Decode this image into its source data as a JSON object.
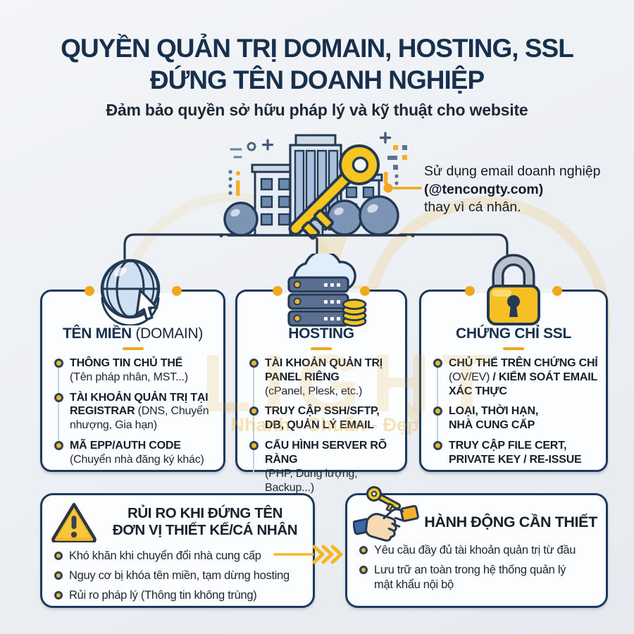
{
  "header": {
    "title_line1": "QUYỀN QUẢN TRỊ DOMAIN, HOSTING, SSL",
    "title_line2": "ĐỨNG TÊN DOANH NGHIỆP",
    "subtitle": "Đảm bảo quyền sở hữu pháp lý và kỹ thuật cho website"
  },
  "hero": {
    "illustration": "office-building-key-icon",
    "note_line1": "Sử dụng email doanh nghiệp",
    "note_line2": "(@tencongty.com)",
    "note_line3": "thay vì cá nhân."
  },
  "watermark": {
    "brand": "LIGHT",
    "tagline": "Nhanh - Chuẩn - Đẹp"
  },
  "colors": {
    "navy": "#1d3a5c",
    "accent_yellow": "#f5b723",
    "gold": "#f6c51f",
    "card_bg": "#fbfdfe"
  },
  "cards": [
    {
      "icon": "globe-cursor-icon",
      "title": "TÊN MIỀN",
      "title_note": " (DOMAIN)",
      "items": [
        {
          "segments": [
            {
              "text": "THÔNG TIN CHỦ THỂ",
              "bold": true
            },
            {
              "text": "\n(Tên pháp nhân, MST...)",
              "bold": false
            }
          ]
        },
        {
          "segments": [
            {
              "text": "TÀI KHOẢN QUẢN TRỊ TẠI REGISTRAR",
              "bold": true
            },
            {
              "text": " (DNS, Chuyển nhượng, Gia hạn)",
              "bold": false
            }
          ]
        },
        {
          "segments": [
            {
              "text": "MÃ EPP/AUTH CODE",
              "bold": true
            },
            {
              "text": "\n(Chuyển nhà đăng ký khác)",
              "bold": false
            }
          ]
        }
      ]
    },
    {
      "icon": "cloud-server-icon",
      "title": "HOSTING",
      "title_note": "",
      "items": [
        {
          "segments": [
            {
              "text": "TÀI KHOẢN QUẢN TRỊ PANEL RIÊNG",
              "bold": true
            },
            {
              "text": "\n(cPanel, Plesk, etc.)",
              "bold": false
            }
          ]
        },
        {
          "segments": [
            {
              "text": "TRUY CẬP SSH/SFTP, DB, QUẢN LÝ EMAIL",
              "bold": true
            }
          ]
        },
        {
          "segments": [
            {
              "text": "CẤU HÌNH SERVER RÕ RÀNG",
              "bold": true
            },
            {
              "text": "\n(PHP, Dung lượng, Backup...)",
              "bold": false
            }
          ]
        }
      ]
    },
    {
      "icon": "padlock-icon",
      "title": "CHỨNG CHỈ SSL",
      "title_note": "",
      "items": [
        {
          "segments": [
            {
              "text": "CHỦ THỂ TRÊN CHỨNG CHỈ ",
              "bold": true
            },
            {
              "text": "(OV/EV)",
              "bold": false
            },
            {
              "text": " / KIỂM SOÁT EMAIL XÁC THỰC",
              "bold": true
            }
          ]
        },
        {
          "segments": [
            {
              "text": "LOẠI, THỜI HẠN,\nNHÀ CUNG CẤP",
              "bold": true
            }
          ]
        },
        {
          "segments": [
            {
              "text": "TRUY CẬP FILE CERT,\nPRIVATE KEY / RE-ISSUE",
              "bold": true
            }
          ]
        }
      ]
    }
  ],
  "risk_box": {
    "icon": "warning-triangle-icon",
    "title_line1": "RỦI RO KHI ĐỨNG TÊN",
    "title_line2": "ĐƠN VỊ THIẾT KẾ/CÁ NHÂN",
    "items": [
      {
        "segments": [
          {
            "text": "Khó khăn khi chuyển đổi nhà cung cấp",
            "bold": false
          }
        ]
      },
      {
        "segments": [
          {
            "text": "Nguy cơ bị khóa tên miền, tạm dừng hosting",
            "bold": false
          }
        ]
      },
      {
        "segments": [
          {
            "text": "Rủi ro pháp lý (Thông tin không trùng)",
            "bold": false
          }
        ]
      }
    ]
  },
  "action_box": {
    "icon": "handshake-key-icon",
    "title": "HÀNH ĐỘNG CẦN THIẾT",
    "items": [
      {
        "segments": [
          {
            "text": "Yêu cầu đầy đủ tài khoản quản trị từ đầu",
            "bold": false
          }
        ]
      },
      {
        "segments": [
          {
            "text": "Lưu trữ an toàn trong hệ thống quản lý\nmật khẩu nội bộ",
            "bold": false
          }
        ]
      }
    ]
  }
}
